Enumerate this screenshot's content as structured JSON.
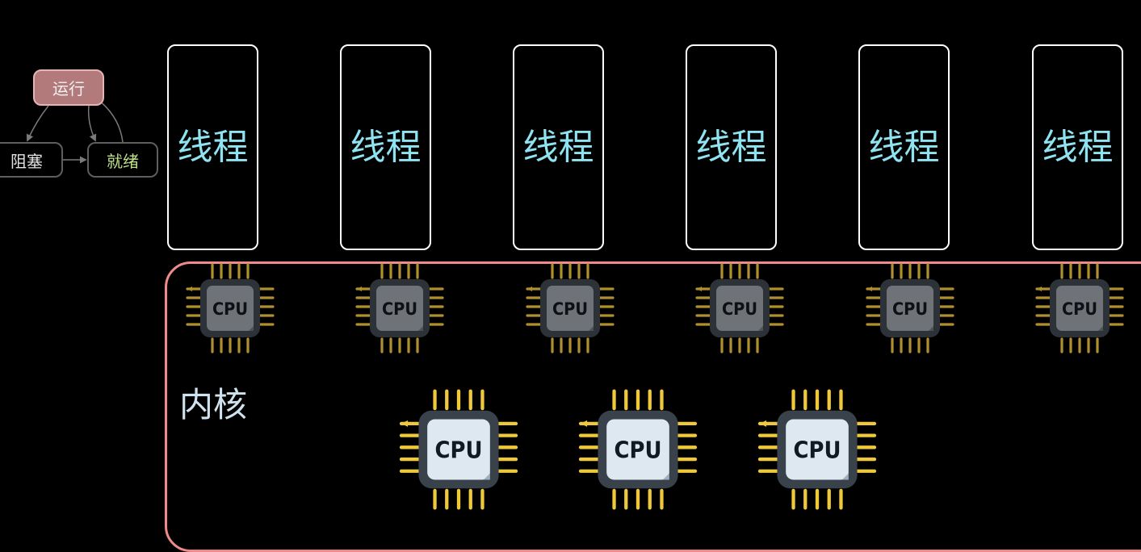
{
  "states": {
    "running": "运行",
    "blocked": "阻塞",
    "ready": "就绪"
  },
  "threads": [
    {
      "label": "线程"
    },
    {
      "label": "线程"
    },
    {
      "label": "线程"
    },
    {
      "label": "线程"
    },
    {
      "label": "线程"
    },
    {
      "label": "线程"
    }
  ],
  "kernel": {
    "label": "内核"
  },
  "cpu_label": "CPU",
  "colors": {
    "thread_text": "#8fe3f0",
    "kernel_border": "#f08a8a",
    "ready_text": "#bfe18a",
    "running_fill": "#b27a7a",
    "cpu_pin_small": "#b08f2e",
    "cpu_pin_large": "#f0c93a"
  }
}
